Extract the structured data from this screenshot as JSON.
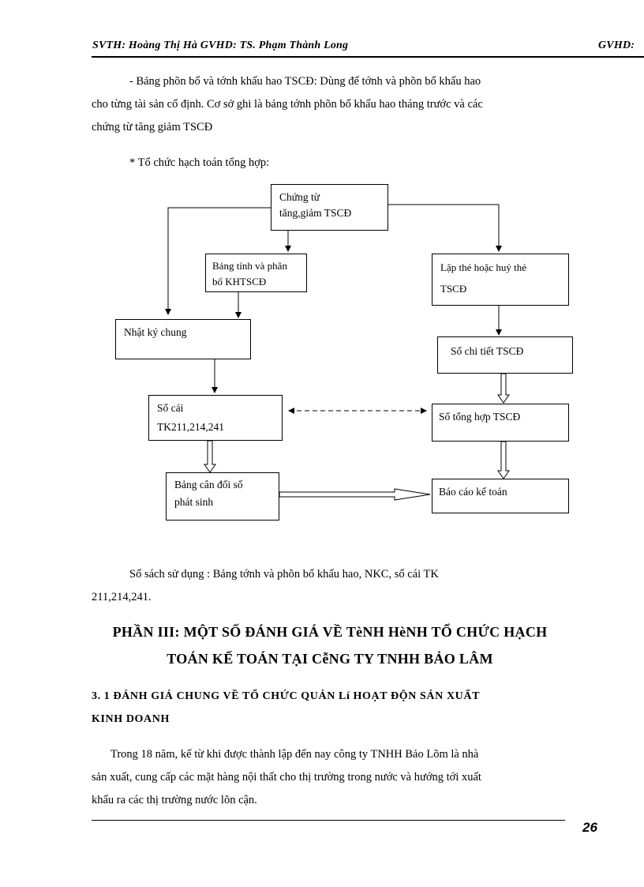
{
  "header": {
    "left": "SVTH: Hoàng Thị Hà  GVHD: TS. Phạm Thành Long",
    "right": "GVHD:"
  },
  "intro": {
    "line1": "- Bảng phõn bổ và tớnh khấu hao TSCĐ: Dùng để tớnh và phõn bổ khấu hao",
    "line2": "cho từng tài sản cố định. Cơ sở ghi là bảng tớnh phõn bổ khấu hao tháng trước và các",
    "line3": "chứng từ tăng giảm TSCĐ"
  },
  "section_label": "* Tổ chức hạch toán tổng hợp:",
  "diagram": {
    "chung_tu": [
      "Chứng  từ",
      "tăng,giảm  TSCĐ"
    ],
    "bang_tinh": [
      "Bảng tính  và phân",
      "bổ KHTSCĐ"
    ],
    "lap_the": [
      "Lập thẻ hoặc huỷ thẻ",
      "TSCĐ"
    ],
    "nhat_ky": "Nhật ký chung",
    "so_chi_tiet": "Sổ chi tiết TSCĐ",
    "so_cai": [
      "Sổ cái",
      "TK211,214,241"
    ],
    "so_tong_hop": "Sổ tổng hợp TSCĐ",
    "bang_can_doi": [
      "Bảng cân đối số",
      "phát  sinh"
    ],
    "bao_cao": "Báo cáo kế toán"
  },
  "usage": {
    "line1": "Sổ sách sử dụng : Bảng tớnh và phõn bổ khấu hao, NKC, sổ cái TK",
    "line2": "211,214,241."
  },
  "part_heading": {
    "line1": "PHẦN III: MỘT SỐ ĐÁNH GIÁ VỀ TèNH HèNH TỔ CHỨC HẠCH",
    "line2": "TOÁN KẾ TOÁN TẠI CễNG TY TNHH BẢO LÂM"
  },
  "sub_heading": {
    "line1": "3. 1  ĐÁNH  GIÁ  CHUNG  VỀ  TỔ  CHỨC  QUẢN  Lí HOẠT  ĐỘN  SẢN  XUẤT",
    "line2": "KINH  DOANH"
  },
  "body": {
    "line1": "Trong  18 năm,  kể từ khi được thành  lập đến nay  công ty TNHH  Bảo Lõm là nhà",
    "line2": "sản xuất,  cung cấp các mặt hàng nội thất cho thị trường trong nước và  hướng tới xuất",
    "line3": "khẩu ra các thị trường nước lõn cận."
  },
  "page_number": "26"
}
